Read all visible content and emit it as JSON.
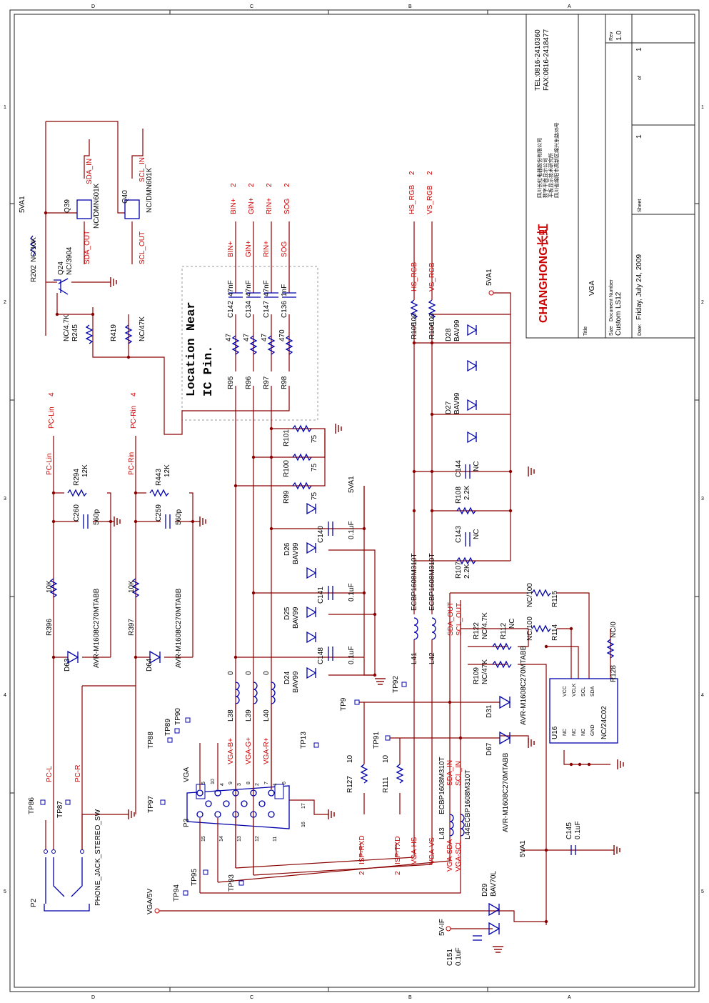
{
  "frame": {
    "zones_top": [
      "D",
      "C",
      "B",
      "A"
    ],
    "zones_side": [
      "1",
      "2",
      "3",
      "4",
      "5"
    ]
  },
  "title_block": {
    "tel": "TEL:0816-2410360",
    "fax": "FAX:0816-2418477",
    "company_cn": [
      "四川长虹电器股份有限公司",
      "数字平面显示公司",
      "平板显示技术研究所",
      "四川省绵阳市高新区绵兴东路35号"
    ],
    "brand": "CHANGHONG长虹",
    "title_label": "Title",
    "title": "VGA",
    "size_label": "Size",
    "size": "Custom",
    "doc_label": "Document Number",
    "doc": "LS12",
    "rev_label": "Rev",
    "rev": "1.0",
    "date_label": "Date:",
    "date": "Friday, July 24, 2009",
    "sheet_label": "Sheet",
    "sheet": "1",
    "of": "of",
    "sheets": "1"
  },
  "note": {
    "line1": "Location Near",
    "line2": "IC Pin."
  },
  "nets": {
    "5va1": "5VA1",
    "sda_in": "SDA_IN",
    "scl_in": "SCL_IN",
    "sda_out": "SDA_OUT",
    "scl_out": "SCL_OUT",
    "bin": "BIN+",
    "gin": "GIN+",
    "rin": "RIN+",
    "sog": "SOG",
    "hs_rgb": "HS_RGB",
    "vs_rgb": "VS_RGB",
    "pc_lin": "PC-Lin",
    "pc_rin": "PC-Rin",
    "pc_l": "PC-L",
    "pc_r": "PC-R",
    "vga_b": "VGA-B+",
    "vga_g": "VGA-G+",
    "vga_r": "VGA-R+",
    "vga_hs": "VGA-HS",
    "vga_vs": "VGA-VS",
    "vga_sda": "VGA-SDA",
    "vga_scl": "VGA-SCL",
    "isp_rxd": "ISP-RXD",
    "isp_txd": "ISP-TXD",
    "vga5v": "VGA/5V",
    "5vif": "5V-IF",
    "sheet2": "2",
    "sheet4": "4"
  },
  "parts": {
    "q39": {
      "ref": "Q39",
      "val": "NC/DMN601K"
    },
    "q40": {
      "ref": "Q40",
      "val": "NC/DMN601K"
    },
    "q24": {
      "ref": "Q24",
      "val": "NC/3904"
    },
    "r202": {
      "ref": "R202",
      "val": "NC/10K"
    },
    "r245": {
      "ref": "R245",
      "val": "NC/4.7K"
    },
    "r419": {
      "ref": "R419",
      "val": "NC/47K"
    },
    "r95": {
      "ref": "R95",
      "val": "47"
    },
    "r96": {
      "ref": "R96",
      "val": "47"
    },
    "r97": {
      "ref": "R97",
      "val": "47"
    },
    "r98": {
      "ref": "R98",
      "val": "470"
    },
    "c142": {
      "ref": "C142",
      "val": "47nF"
    },
    "c134": {
      "ref": "C134",
      "val": "47nF"
    },
    "c147": {
      "ref": "C147",
      "val": "47nF"
    },
    "c136": {
      "ref": "C136",
      "val": "1nF"
    },
    "r105": {
      "ref": "R105",
      "val": "100"
    },
    "r106": {
      "ref": "R106",
      "val": "100"
    },
    "d28": {
      "ref": "D28",
      "val": "BAV99"
    },
    "d27": {
      "ref": "D27",
      "val": "BAV99"
    },
    "r101": {
      "ref": "R101",
      "val": "75"
    },
    "r100": {
      "ref": "R100",
      "val": "75"
    },
    "r99": {
      "ref": "R99",
      "val": "75"
    },
    "c144": {
      "ref": "C144",
      "val": "NC"
    },
    "r108": {
      "ref": "R108",
      "val": "2.2K"
    },
    "c143": {
      "ref": "C143",
      "val": "NC"
    },
    "r107": {
      "ref": "R107",
      "val": "2.2K"
    },
    "c140": {
      "ref": "C140",
      "val": "0.1uF"
    },
    "c141": {
      "ref": "C141",
      "val": "0.1uF"
    },
    "c148": {
      "ref": "C148",
      "val": "0.1uF"
    },
    "d26": {
      "ref": "D26",
      "val": "BAV99"
    },
    "d25": {
      "ref": "D25",
      "val": "BAV99"
    },
    "d24": {
      "ref": "D24",
      "val": "BAV99"
    },
    "r294": {
      "ref": "R294",
      "val": "12K"
    },
    "r443": {
      "ref": "R443",
      "val": "12K"
    },
    "c260": {
      "ref": "C260",
      "val": "560p"
    },
    "c259": {
      "ref": "C259",
      "val": "560p"
    },
    "r396": {
      "ref": "R396",
      "val": "10K"
    },
    "r397": {
      "ref": "R397",
      "val": "10K"
    },
    "d63": {
      "ref": "D63",
      "val": "AVR-M1608C270MTABB"
    },
    "d64": {
      "ref": "D64",
      "val": "AVR-M1608C270MTABB"
    },
    "l41": {
      "ref": "L41",
      "val": "ECBP1608M310T"
    },
    "l42": {
      "ref": "L42",
      "val": "ECBP1608M310T"
    },
    "l38": {
      "ref": "L38",
      "val": "0"
    },
    "l39": {
      "ref": "L39",
      "val": "0"
    },
    "l40": {
      "ref": "L40",
      "val": "0"
    },
    "r115": {
      "ref": "R115",
      "val": "NC/100"
    },
    "r114": {
      "ref": "R114",
      "val": "NC/100"
    },
    "r122": {
      "ref": "R122",
      "val": "NC/4.7K"
    },
    "r112": {
      "ref": "R112",
      "val": "NC"
    },
    "r109": {
      "ref": "R109",
      "val": "NC/47K"
    },
    "r128": {
      "ref": "R128",
      "val": "NC/0"
    },
    "u16": {
      "ref": "U16",
      "val": "NC/24C02"
    },
    "d31": {
      "ref": "D31",
      "val": "AVR-M1608C270MTABB"
    },
    "d67": {
      "ref": "D67",
      "val": "AVR-M1608C270MTABB"
    },
    "r127": {
      "ref": "R127",
      "val": "10"
    },
    "r111": {
      "ref": "R111",
      "val": "10"
    },
    "l43": {
      "ref": "L43",
      "val": "ECBP1608M310T"
    },
    "l44": {
      "ref": "L44",
      "val": "ECBP1608M310T"
    },
    "c145": {
      "ref": "C145",
      "val": "0.1uF"
    },
    "d29": {
      "ref": "D29",
      "val": "BAV70L"
    },
    "c151": {
      "ref": "C151",
      "val": "0.1uF"
    },
    "p3": {
      "ref": "P3",
      "val": "VGA"
    },
    "p2": {
      "ref": "P2",
      "val": "PHONE_JACK_STEREO_SW"
    }
  },
  "u16_pins_left": [
    "NC",
    "NC",
    "NC",
    "GND"
  ],
  "u16_pins_right": [
    "VCC",
    "VCLK",
    "SCL",
    "SDA"
  ],
  "testpoints": [
    "TP86",
    "TP87",
    "TP88",
    "TP89",
    "TP90",
    "TP97",
    "TP13",
    "TP9",
    "TP91",
    "TP92",
    "TP95",
    "TP94",
    "TP93"
  ],
  "vga_pins": [
    "1",
    "2",
    "3",
    "4",
    "5",
    "6",
    "7",
    "8",
    "9",
    "10",
    "11",
    "12",
    "13",
    "14",
    "15",
    "16",
    "17"
  ],
  "colors": {
    "wire": "#8b0000",
    "component": "#0000aa",
    "net_label": "#cc0000",
    "frame": "#222222"
  }
}
